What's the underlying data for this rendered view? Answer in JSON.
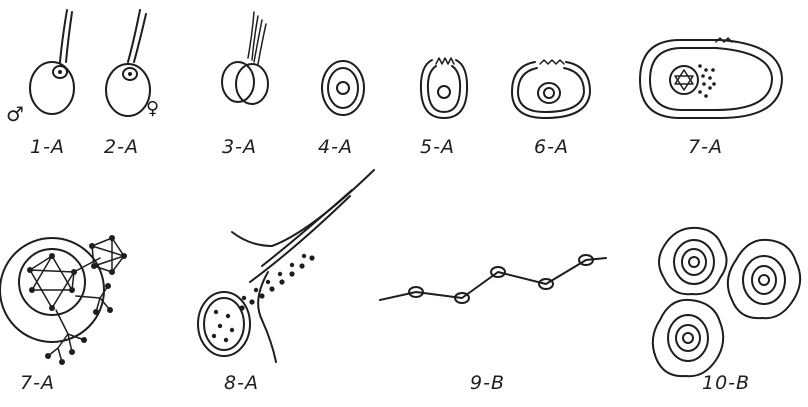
{
  "labels": {
    "fig1": "1-A",
    "fig2": "2-A",
    "fig3": "3-A",
    "fig4": "4-A",
    "fig5": "5-A",
    "fig6": "6-A",
    "fig7": "7-A",
    "fig7b": "7-A",
    "fig8": "8-A",
    "fig9": "9-B",
    "fig10": "10-B"
  },
  "symbols": {
    "male": "♂",
    "female": "♀"
  }
}
